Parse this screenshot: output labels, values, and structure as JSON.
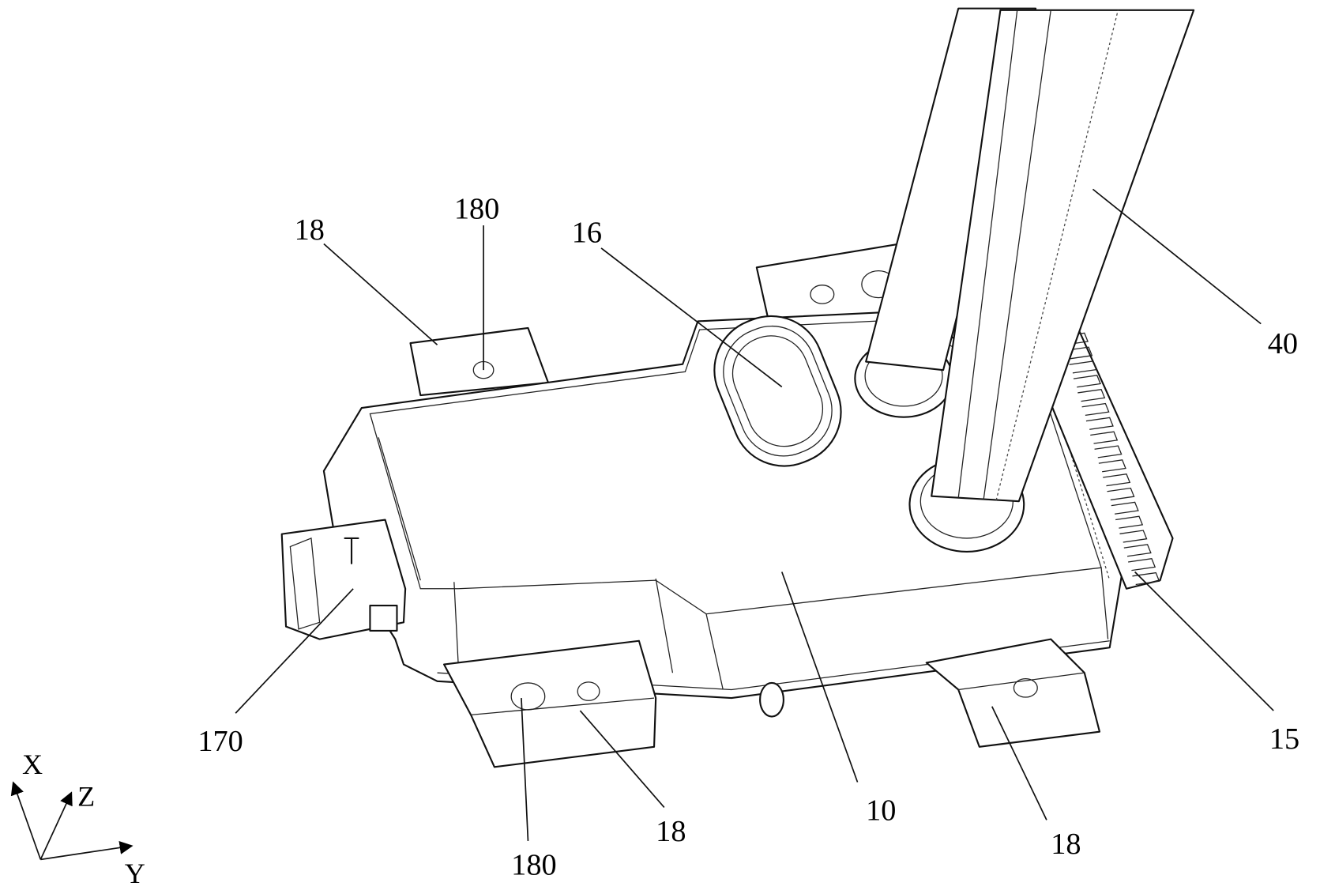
{
  "figure": {
    "labels": {
      "bracket_top_left": "18",
      "hole_top": "180",
      "oval_port": "16",
      "tube": "40",
      "heatsink": "15",
      "housing": "10",
      "bracket_right": "18",
      "bracket_front": "18",
      "hole_front": "180",
      "connector": "170"
    },
    "axes": {
      "x": "X",
      "y": "Y",
      "z": "Z"
    }
  }
}
